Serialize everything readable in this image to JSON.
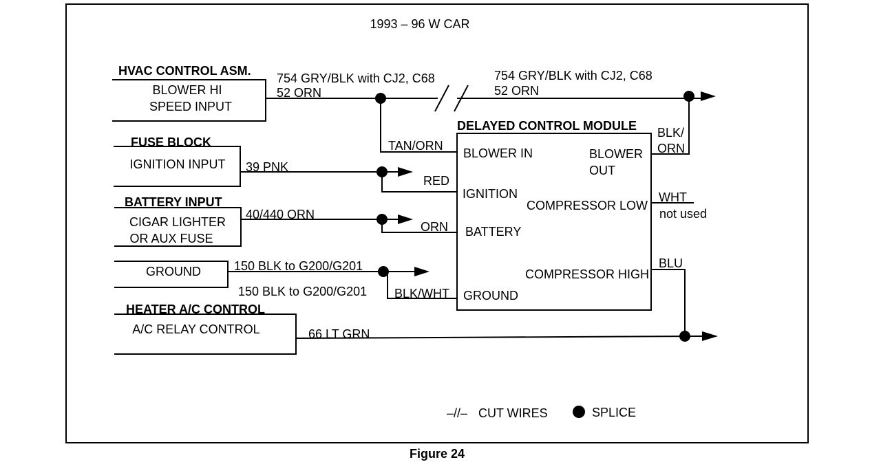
{
  "title": "1993 – 96  W CAR",
  "figure_caption": "Figure 24",
  "sources": {
    "hvac": {
      "header": "HVAC CONTROL ASM.",
      "line1": "BLOWER HI",
      "line2": "SPEED INPUT"
    },
    "fuse": {
      "header": "FUSE BLOCK",
      "line1": "IGNITION INPUT"
    },
    "battery": {
      "header": "BATTERY INPUT",
      "line1": "CIGAR LIGHTER",
      "line2": "OR AUX FUSE"
    },
    "ground": {
      "line1": "GROUND"
    },
    "heater": {
      "header": "HEATER A/C CONTROL",
      "line1": "A/C RELAY CONTROL"
    }
  },
  "wires": {
    "hvac_left_1": "754 GRY/BLK with CJ2, C68",
    "hvac_left_2": "52 ORN",
    "hvac_right_1": "754 GRY/BLK with CJ2, C68",
    "hvac_right_2": "52 ORN",
    "tan_orn": "TAN/ORN",
    "pnk": "39 PNK",
    "red": "RED",
    "orn_440": "40/440 ORN",
    "orn": "ORN",
    "blk_g200_top": "150 BLK to G200/G201",
    "blk_g200_bottom": "150 BLK to G200/G201",
    "blk_wht": "BLK/WHT",
    "lt_grn": "66 LT GRN",
    "blk_orn_1": "BLK/",
    "blk_orn_2": "ORN",
    "wht": "WHT",
    "not_used": "not used",
    "blu": "BLU"
  },
  "module": {
    "title": "DELAYED CONTROL MODULE",
    "blower_in": "BLOWER IN",
    "ignition": "IGNITION",
    "battery": "BATTERY",
    "ground": "GROUND",
    "blower_out_1": "BLOWER",
    "blower_out_2": "OUT",
    "compressor_low": "COMPRESSOR LOW",
    "compressor_high": "COMPRESSOR HIGH"
  },
  "legend": {
    "cut_symbol": "–//–",
    "cut_label": "CUT WIRES",
    "splice_label": "SPLICE"
  }
}
